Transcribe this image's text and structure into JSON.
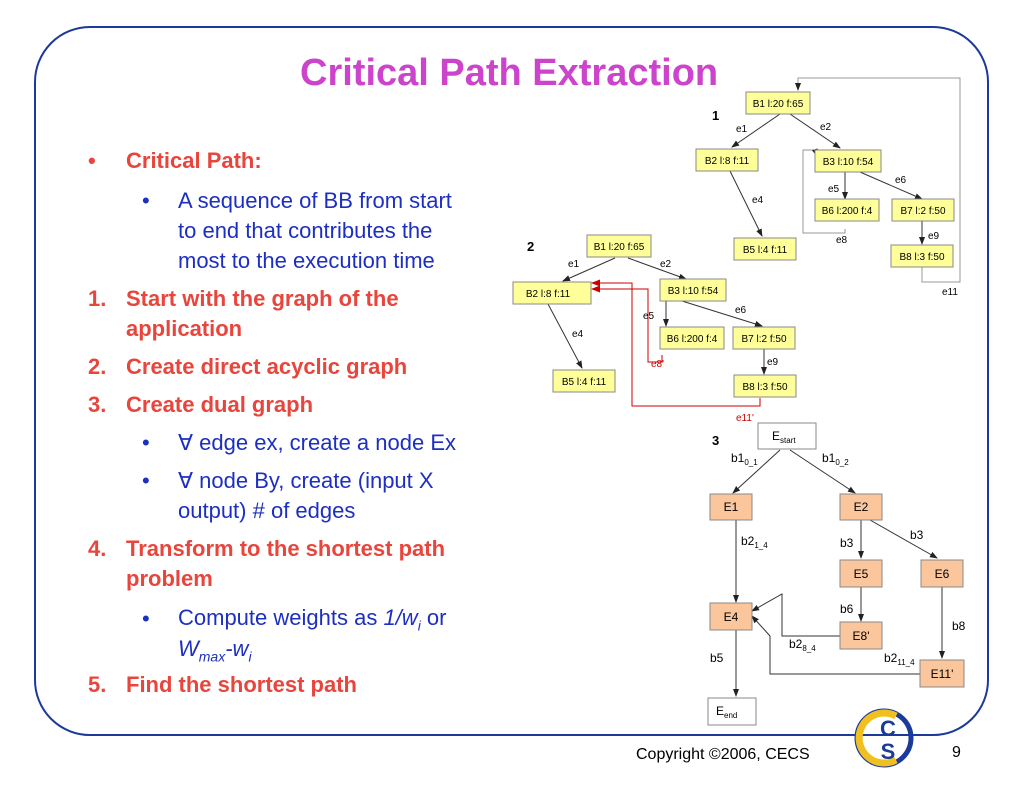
{
  "slide": {
    "title": "Critical Path Extraction",
    "copyright": "Copyright ©2006, CECS",
    "page_number": "9"
  },
  "bullets": {
    "b1": "Critical Path:",
    "b1_sub": [
      "A sequence of BB from start",
      "to end that contributes the",
      "most to the execution time"
    ],
    "n1": [
      "Start with the graph of the",
      "application"
    ],
    "n2": "Create direct acyclic graph",
    "n3": "Create dual graph",
    "n3_sub1": "∀ edge ex, create a node Ex",
    "n3_sub2": [
      "∀ node By, create (input X",
      "output) # of edges"
    ],
    "n4": [
      "Transform to the shortest path",
      "problem"
    ],
    "n4_sub_a": "Compute weights as ",
    "n4_sub_b": "1/w",
    "n4_sub_c": "i",
    "n4_sub_d": " or",
    "n4_sub_e": "W",
    "n4_sub_f": "max",
    "n4_sub_g": "-w",
    "n4_sub_h": "i",
    "n5": "Find the shortest path",
    "markers": [
      "•",
      "•",
      "1.",
      "2.",
      "3.",
      "•",
      "•",
      "4.",
      "•",
      "5."
    ]
  },
  "diagram": {
    "g1": {
      "label": "1",
      "nodes": {
        "B1": "B1 l:20 f:65",
        "B2": "B2 l:8 f:11",
        "B3": "B3 l:10 f:54",
        "B5": "B5 l:4 f:11",
        "B6": "B6 l:200 f:4",
        "B7": "B7 l:2 f:50",
        "B8": "B8 l:3 f:50"
      },
      "edges": {
        "e1": "e1",
        "e2": "e2",
        "e4": "e4",
        "e5": "e5",
        "e6": "e6",
        "e8": "e8",
        "e9": "e9",
        "e11": "e11"
      }
    },
    "g2": {
      "label": "2",
      "nodes": {
        "B1": "B1 l:20 f:65",
        "B2": "B2 l:8 f:11",
        "B3": "B3 l:10 f:54",
        "B5": "B5 l:4 f:11",
        "B6": "B6 l:200 f:4",
        "B7": "B7 l:2 f:50",
        "B8": "B8 l:3 f:50"
      },
      "edges": {
        "e1": "e1",
        "e2": "e2",
        "e4": "e4",
        "e5": "e5",
        "e6": "e6",
        "e8p": "e8'",
        "e9": "e9",
        "e11p": "e11'"
      }
    },
    "g3": {
      "label": "3",
      "nodes": {
        "Estart": "E",
        "Estart_sub": "start",
        "E1": "E1",
        "E2": "E2",
        "E4": "E4",
        "E5": "E5",
        "E6": "E6",
        "E8p": "E8'",
        "E11p": "E11'",
        "Eend": "E",
        "Eend_sub": "end"
      },
      "edges": {
        "b1_01": "b1",
        "b1_01_sub": "0_1",
        "b1_02": "b1",
        "b1_02_sub": "0_2",
        "b2_14": "b2",
        "b2_14_sub": "1_4",
        "b3a": "b3",
        "b3b": "b3",
        "b6": "b6",
        "b8": "b8",
        "b2_84": "b2",
        "b2_84_sub": "8_4",
        "b2_114": "b2",
        "b2_114_sub": "11_4",
        "b5": "b5"
      }
    },
    "colors": {
      "bb_fill": "#ffff99",
      "dual_fill": "#fbc69c",
      "red_edge": "#cc0000",
      "frame": "#1b3a9a",
      "title": "#cc44cc"
    }
  },
  "logo": {
    "letter_top": "C",
    "letter_bottom": "S"
  }
}
